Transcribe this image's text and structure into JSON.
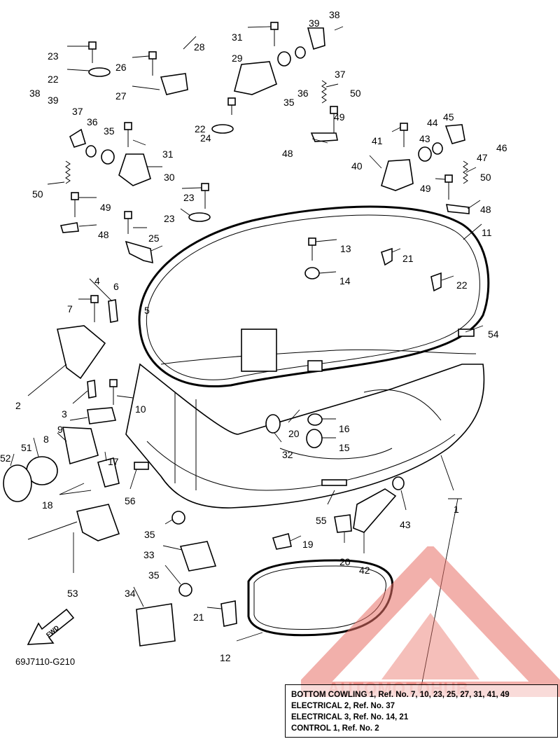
{
  "diagram_code": "69J7110-G210",
  "fwd_label": "FWD",
  "watermark_text": "AUTOMOTOHUB",
  "colors": {
    "ink": "#000000",
    "watermark": "#e87066",
    "background": "#ffffff"
  },
  "reference_box": {
    "lines": [
      "BOTTOM COWLING 1, Ref. No. 7, 10, 23, 25, 27, 31, 41, 49",
      "ELECTRICAL 2, Ref. No. 37",
      "ELECTRICAL 3, Ref. No. 14, 21",
      "CONTROL 1, Ref. No. 2"
    ]
  },
  "callouts": [
    "1",
    "2",
    "3",
    "4",
    "5",
    "6",
    "7",
    "8",
    "9",
    "10",
    "11",
    "12",
    "13",
    "14",
    "14",
    "15",
    "16",
    "17",
    "18",
    "19",
    "20",
    "20",
    "21",
    "21",
    "22",
    "22",
    "22",
    "23",
    "23",
    "23",
    "24",
    "25",
    "26",
    "27",
    "28",
    "29",
    "30",
    "31",
    "31",
    "32",
    "33",
    "34",
    "35",
    "35",
    "35",
    "35",
    "36",
    "36",
    "37",
    "37",
    "38",
    "38",
    "39",
    "39",
    "40",
    "41",
    "42",
    "43",
    "43",
    "44",
    "45",
    "46",
    "47",
    "48",
    "48",
    "48",
    "49",
    "49",
    "49",
    "50",
    "50",
    "50",
    "51",
    "52",
    "53",
    "54",
    "55",
    "56"
  ]
}
